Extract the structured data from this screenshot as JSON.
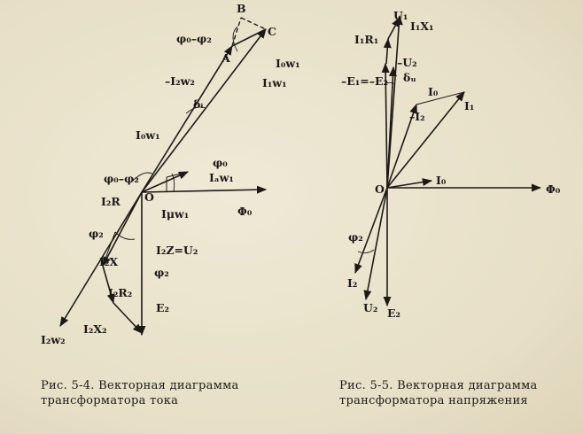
{
  "figures": [
    {
      "caption": "Рис. 5-4. Векторная диаграмма трансформатора тока",
      "labels": {
        "B": "B",
        "C": "C",
        "A": "A",
        "phi0_minus_phi2_top": "φ₀–φ₂",
        "I0w1_top": "I₀w₁",
        "I2w2_neg": "–I₂w₂",
        "I1w1": "I₁w₁",
        "delta": "δᵢ",
        "I0w1_mid": "I₀w₁",
        "phi0": "φ₀",
        "phi0_minus_phi2_mid": "φ₀–φ₂",
        "Iaw1": "Iₐw₁",
        "O": "O",
        "Imuw1": "Iμw₁",
        "Phi0": "Φ₀",
        "I2R": "I₂R",
        "phi2": "φ₂",
        "I2Z": "I₂Z=U₂",
        "I2X": "I₂X",
        "phi2_right": "φ₂",
        "I2R2": "I₂R₂",
        "E2": "E₂",
        "I2X2": "I₂X₂",
        "I2w2": "I₂w₂"
      }
    },
    {
      "caption": "Рис. 5-5. Векторная диаграмма трансформатора напряжения",
      "labels": {
        "U1": "U₁",
        "I1X1": "I₁X₁",
        "I1R1": "I₁R₁",
        "U2neg": "–U₂",
        "E1": "–E₁=–E₂",
        "deltaU": "δᵤ",
        "I0_top": "I₀",
        "I1": "I₁",
        "I2neg": "–I₂",
        "O": "O",
        "I0": "I₀",
        "Phi0": "Φ₀",
        "phi2": "φ₂",
        "I2": "I₂",
        "U2": "U₂",
        "E2": "E₂"
      }
    }
  ]
}
